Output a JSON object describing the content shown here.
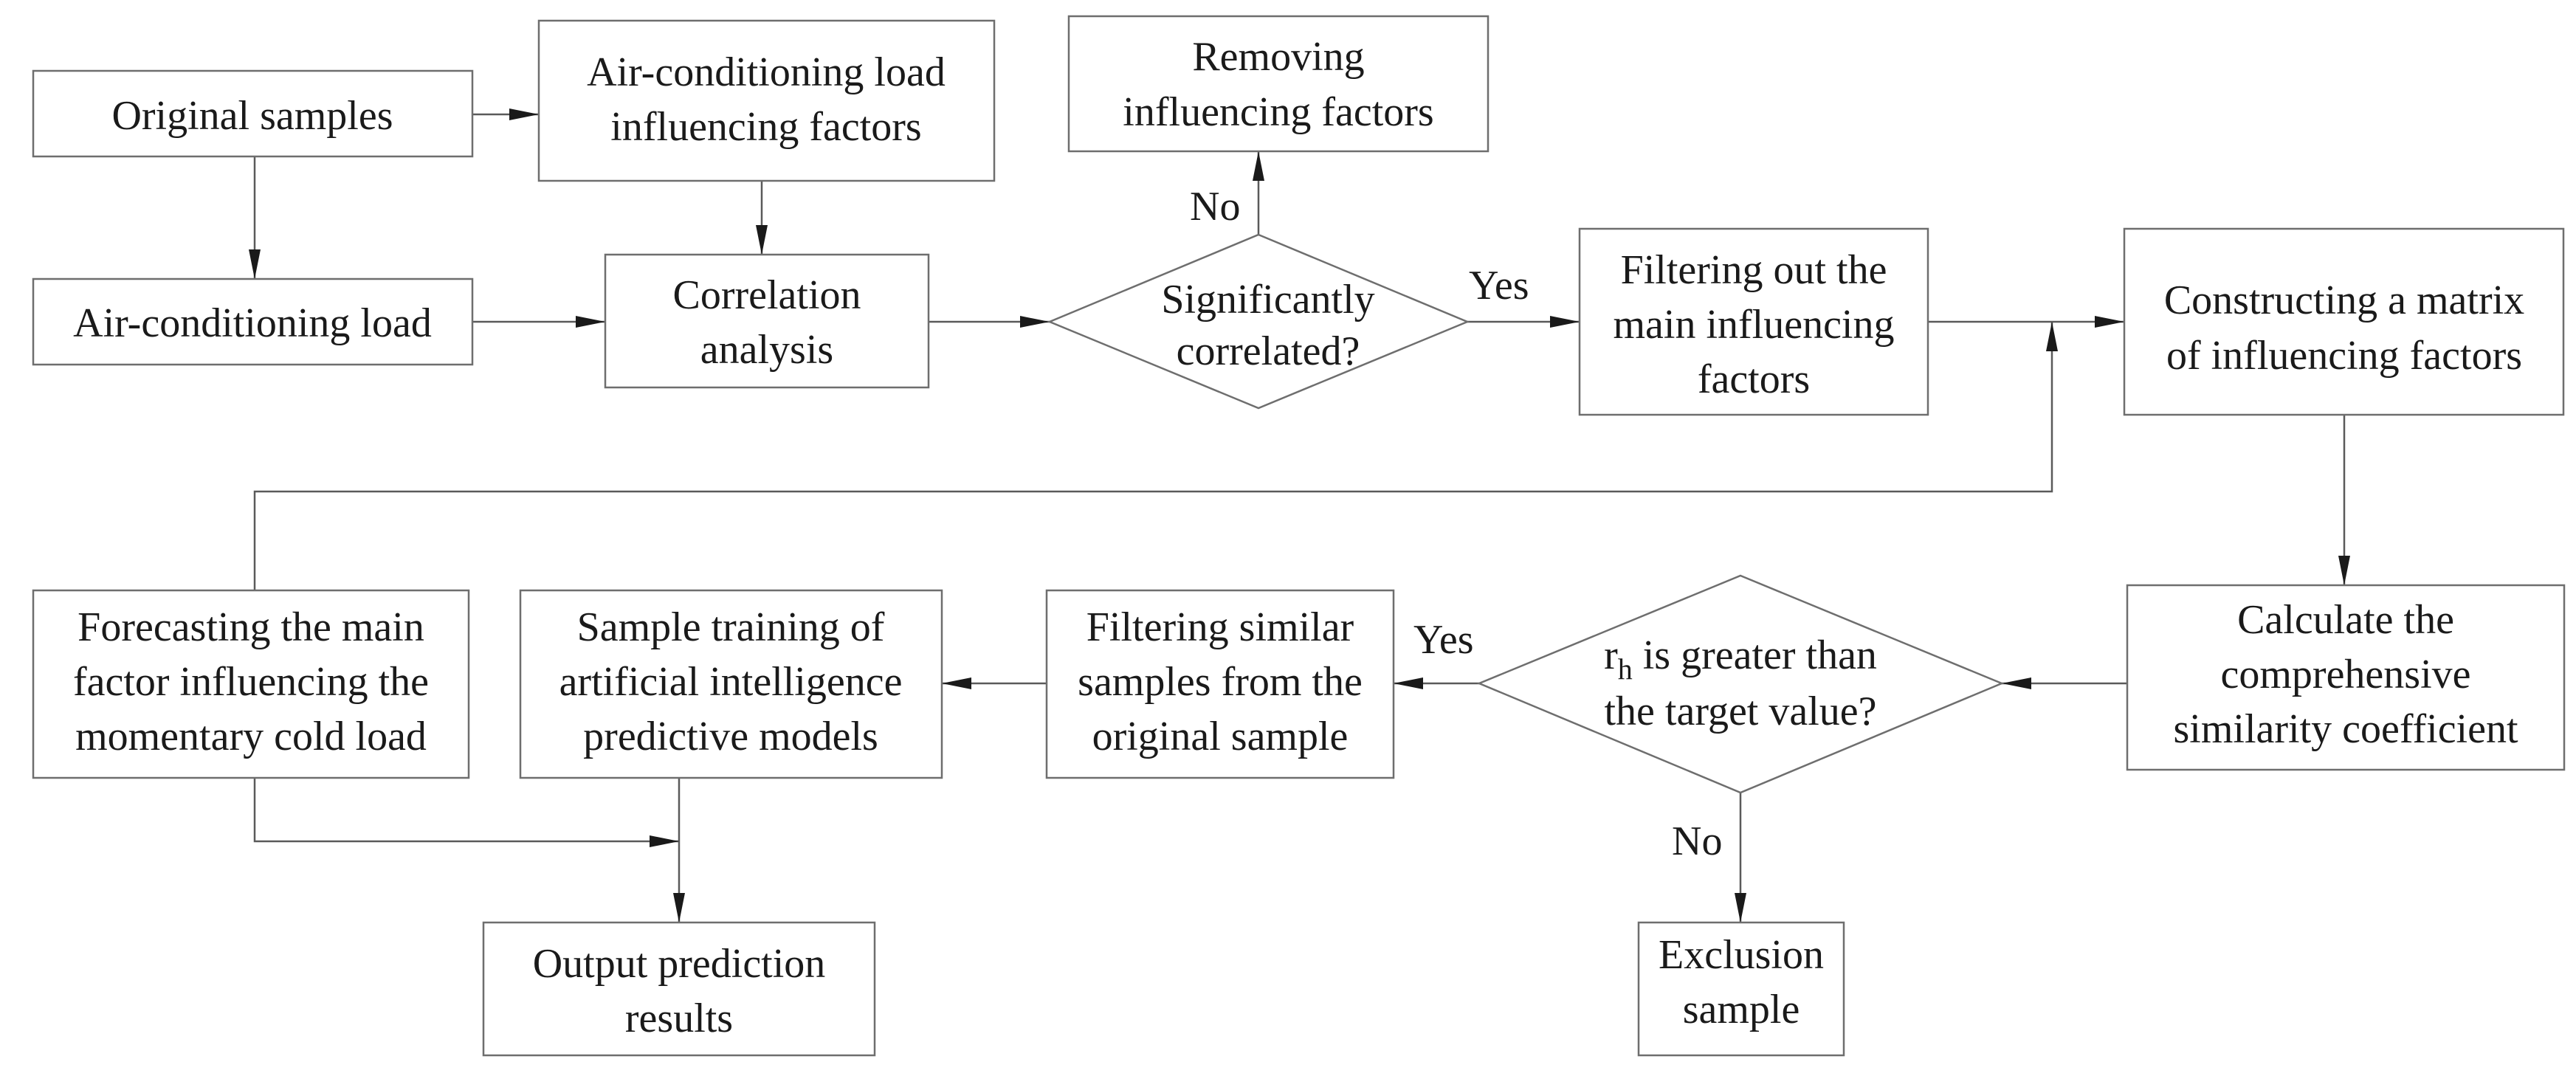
{
  "nodes": {
    "original_samples": [
      "Original samples"
    ],
    "ac_influencing_factors": [
      "Air-conditioning load",
      "influencing factors"
    ],
    "removing_factors": [
      "Removing",
      "influencing factors"
    ],
    "ac_load": [
      "Air-conditioning load"
    ],
    "correlation_analysis": [
      "Correlation",
      "analysis"
    ],
    "significantly_correlated": [
      "Significantly",
      "correlated?"
    ],
    "filtering_main_factors": [
      "Filtering out the",
      "main influencing",
      "factors"
    ],
    "constructing_matrix": [
      "Constructing a matrix",
      "of influencing factors"
    ],
    "forecasting_main_factor": [
      "Forecasting the main",
      "factor influencing the",
      "momentary cold load"
    ],
    "sample_training": [
      "Sample training of",
      "artificial intelligence",
      "predictive models"
    ],
    "filtering_similar": [
      "Filtering similar",
      "samples from the",
      "original sample"
    ],
    "rh_greater": {
      "r": "r",
      "sub": "h",
      "line1_rest": " is greater than",
      "line2": "the target value?"
    },
    "calculate_coefficient": [
      "Calculate the",
      "comprehensive",
      "similarity coefficient"
    ],
    "output_results": [
      "Output prediction",
      "results"
    ],
    "exclusion_sample": [
      "Exclusion",
      "sample"
    ]
  },
  "edge_labels": {
    "no_top": "No",
    "yes_top": "Yes",
    "yes_bottom": "Yes",
    "no_bottom": "No"
  }
}
